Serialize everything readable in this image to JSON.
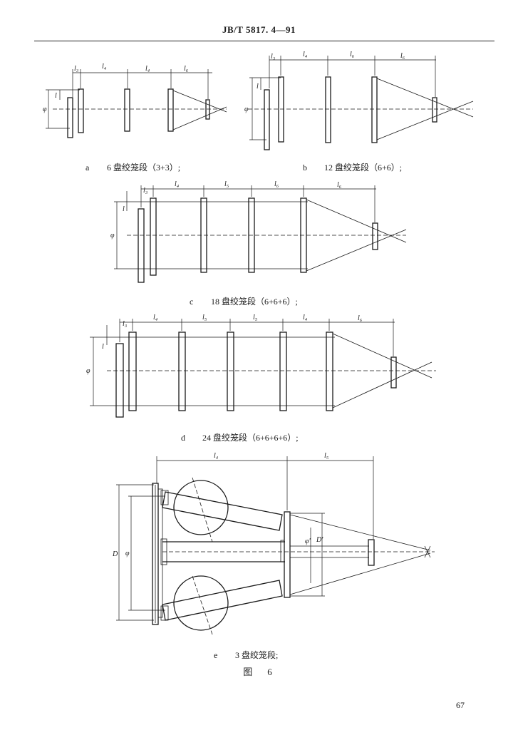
{
  "header": {
    "standard": "JB/T 5817. 4—91"
  },
  "labels": {
    "l3": "l₃",
    "l4": "l₄",
    "l5": "l₅",
    "l6": "l₆",
    "l": "l",
    "phi": "φ",
    "D": "D",
    "phi_prime": "φ'",
    "D_prime": "D'"
  },
  "captions": {
    "a": {
      "letter": "a",
      "text": "6 盘绞笼段（3+3）;"
    },
    "b": {
      "letter": "b",
      "text": "12 盘绞笼段（6+6）;"
    },
    "c": {
      "letter": "c",
      "text": "18 盘绞笼段（6+6+6）;"
    },
    "d": {
      "letter": "d",
      "text": "24 盘绞笼段（6+6+6+6）;"
    },
    "e": {
      "letter": "e",
      "text": "3 盘绞笼段;"
    }
  },
  "figure": {
    "label": "图　6"
  },
  "page": {
    "number": "67"
  }
}
